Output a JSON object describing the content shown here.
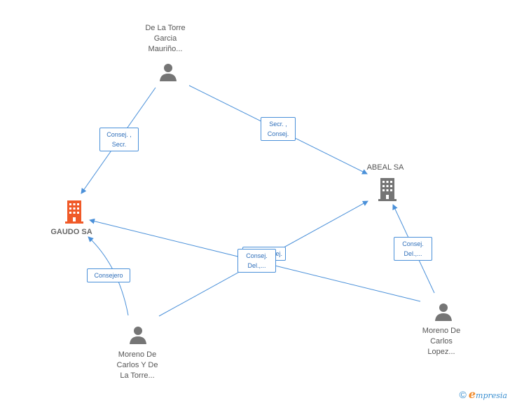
{
  "nodes": {
    "de_la_torre": {
      "label": "De La Torre\nGarcia\nMauriño...",
      "type": "person"
    },
    "abeal": {
      "label": "ABEAL SA",
      "type": "company"
    },
    "gaudo": {
      "label": "GAUDO SA",
      "type": "company-main"
    },
    "moreno_lopez": {
      "label": "Moreno De\nCarlos\nLopez...",
      "type": "person"
    },
    "moreno_torre": {
      "label": "Moreno De\nCarlos Y De\nLa Torre...",
      "type": "person"
    }
  },
  "edges": {
    "dlt_gaudo": {
      "label": "Consej. ,\nSecr."
    },
    "dlt_abeal": {
      "label": "Secr. ,\nConsej."
    },
    "abeal_back": {
      "label": "Consej.\nDel.,..."
    },
    "moreno_gaudo": {
      "label": "Consejero"
    },
    "center_front": {
      "label": "Consej.\nDel.,..."
    },
    "center_back": {
      "label": "Consej."
    }
  },
  "colors": {
    "edge": "#4a90d9",
    "company_main": "#f05a28",
    "company": "#757575",
    "person": "#757575"
  },
  "footer": {
    "copyright": "©",
    "brand_e": "e",
    "brand_rest": "mpresia"
  }
}
